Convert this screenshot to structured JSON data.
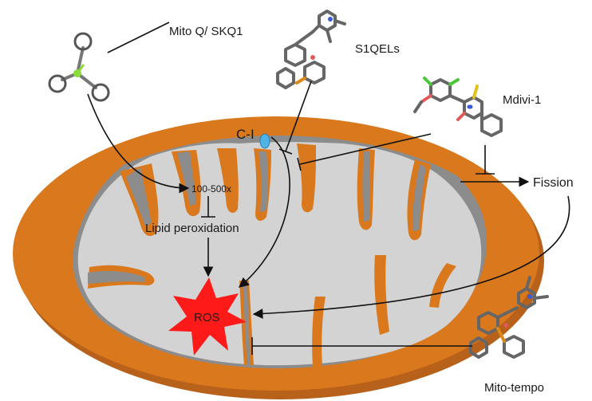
{
  "labels": {
    "mitoq": "Mito Q/ SKQ1",
    "s1qels": "S1QELs",
    "mdivi": "Mdivi-1",
    "complex": "C-I",
    "accumulation": "100-500x",
    "lipid": "Lipid peroxidation",
    "fission": "Fission",
    "ros": "ROS",
    "mitotempo": "Mito-tempo"
  },
  "colors": {
    "outer_membrane": "#d9781d",
    "outer_rim": "#b8611a",
    "matrix": "#d0d0d0",
    "cristae_shadow": "#8c8c8c",
    "ros_burst": "#ff1a1a",
    "complex_i": "#4fb3e8",
    "arrow": "#111111"
  },
  "icons": {
    "mitoq": "triphenylphosphonium-molecule-icon",
    "s1qels": "s1qel-molecule-icon",
    "mdivi": "mdivi-1-molecule-icon",
    "mitotempo": "mito-tempo-molecule-icon"
  }
}
